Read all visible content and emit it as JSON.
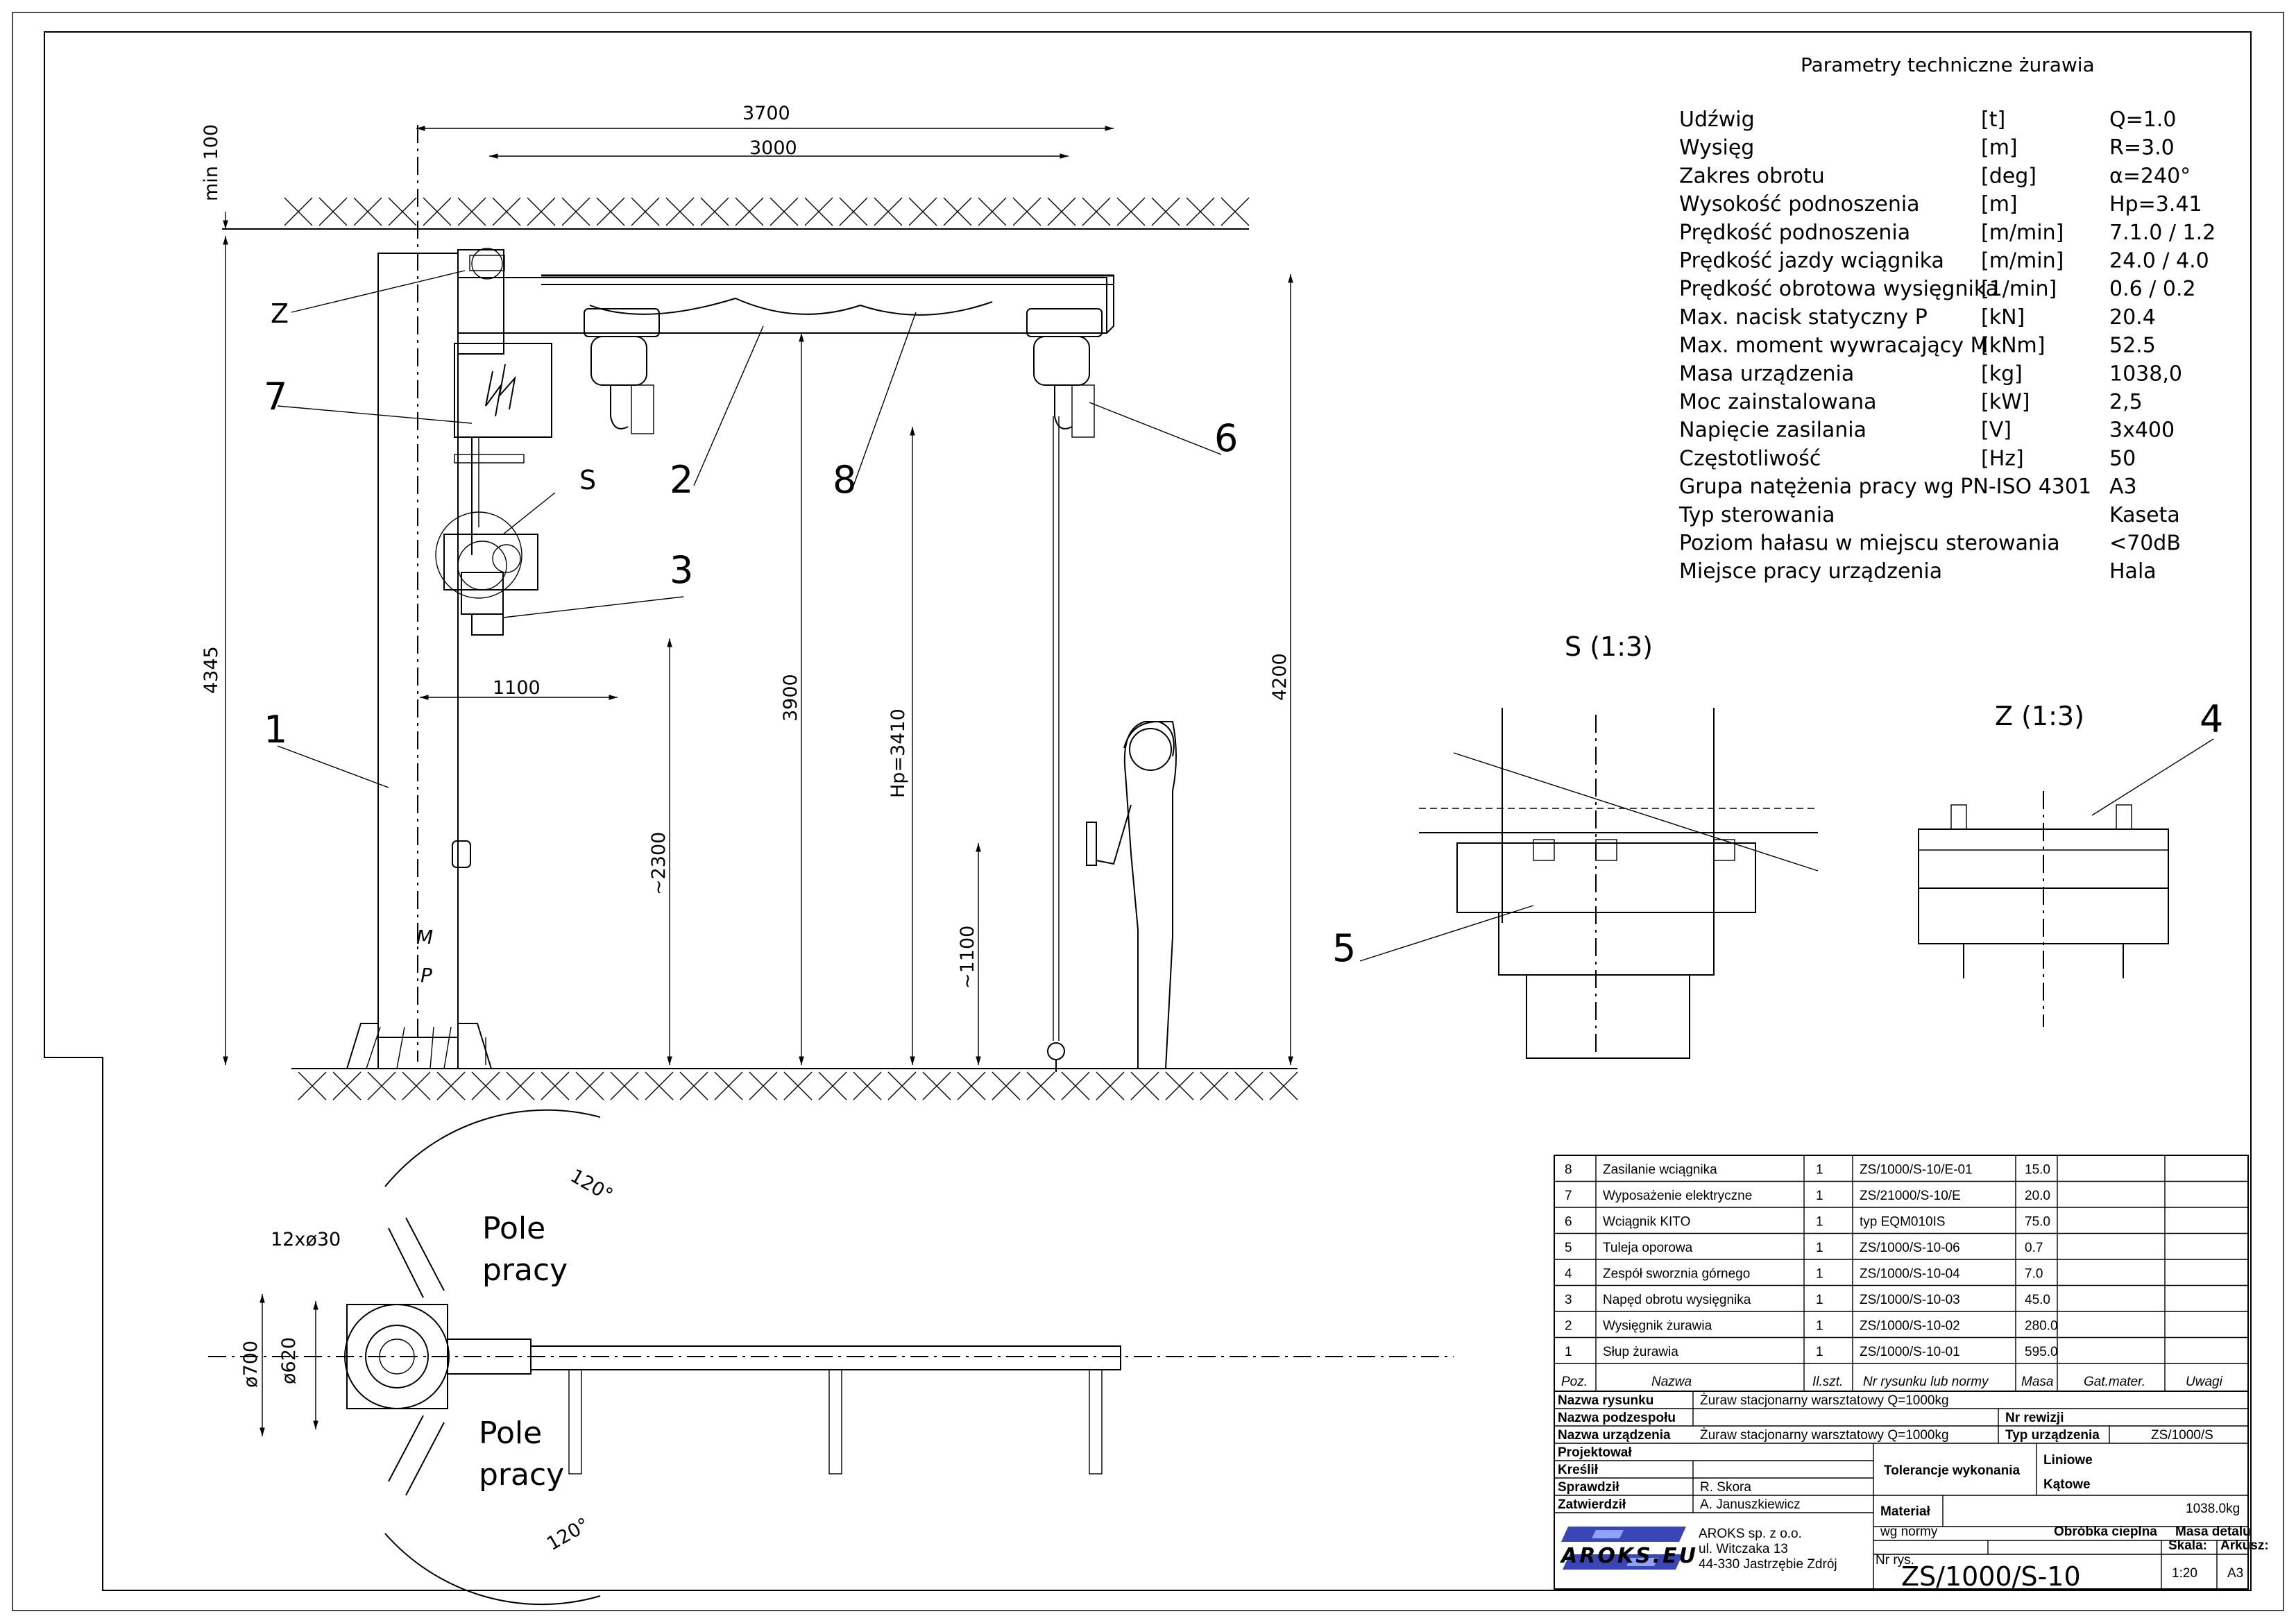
{
  "params": {
    "title": "Parametry techniczne żurawia",
    "rows": [
      {
        "name": "Udźwig",
        "unit": "[t]",
        "value": "Q=1.0"
      },
      {
        "name": "Wysięg",
        "unit": "[m]",
        "value": "R=3.0"
      },
      {
        "name": "Zakres obrotu",
        "unit": "[deg]",
        "value": "α=240°"
      },
      {
        "name": "Wysokość podnoszenia",
        "unit": "[m]",
        "value": "Hp=3.41"
      },
      {
        "name": "Prędkość podnoszenia",
        "unit": "[m/min]",
        "value": "7.1.0 / 1.2"
      },
      {
        "name": "Prędkość jazdy wciągnika",
        "unit": "[m/min]",
        "value": "24.0 / 4.0"
      },
      {
        "name": "Prędkość obrotowa wysięgnika",
        "unit": "[1/min]",
        "value": "0.6 / 0.2"
      },
      {
        "name": "Max. nacisk statyczny P",
        "unit": "[kN]",
        "value": "20.4"
      },
      {
        "name": "Max. moment wywracający M",
        "unit": "[kNm]",
        "value": "52.5"
      },
      {
        "name": "Masa urządzenia",
        "unit": "[kg]",
        "value": "1038,0"
      },
      {
        "name": "Moc zainstalowana",
        "unit": "[kW]",
        "value": "2,5"
      },
      {
        "name": "Napięcie zasilania",
        "unit": "[V]",
        "value": "3x400"
      },
      {
        "name": "Częstotliwość",
        "unit": "[Hz]",
        "value": "50"
      },
      {
        "name": "Grupa natężenia pracy wg PN-ISO 4301",
        "unit": "",
        "value": "A3"
      },
      {
        "name": "Typ sterowania",
        "unit": "",
        "value": "Kaseta"
      },
      {
        "name": "Poziom hałasu w miejscu sterowania",
        "unit": "",
        "value": "<70dB"
      },
      {
        "name": "Miejsce pracy urządzenia",
        "unit": "",
        "value": "Hala"
      }
    ]
  },
  "dims": {
    "min100": "min 100",
    "d3700": "3700",
    "d3000": "3000",
    "d4345": "4345",
    "d1100": "1100",
    "d2300": "~2300",
    "d3900": "3900",
    "hp": "Hp=3410",
    "d4200": "4200",
    "d1100b": "~1100",
    "holes": "12xø30",
    "d700": "ø700",
    "d620": "ø620",
    "angle1": "120°",
    "angle2": "120°"
  },
  "labels": {
    "z": "Z",
    "s": "S",
    "n1": "1",
    "n2": "2",
    "n3": "3",
    "n4": "4",
    "n5": "5",
    "n6": "6",
    "n7": "7",
    "n8": "8",
    "m": "M",
    "p": "P",
    "detailS": "S (1:3)",
    "detailZ": "Z (1:3)",
    "pole1a": "Pole",
    "pole1b": "pracy",
    "pole2a": "Pole",
    "pole2b": "pracy"
  },
  "bom": {
    "rows": [
      {
        "pos": "8",
        "name": "Zasilanie wciągnika",
        "qty": "1",
        "drawing": "ZS/1000/S-10/E-01",
        "mass": "15.0"
      },
      {
        "pos": "7",
        "name": "Wyposażenie elektryczne",
        "qty": "1",
        "drawing": "ZS/21000/S-10/E",
        "mass": "20.0"
      },
      {
        "pos": "6",
        "name": "Wciągnik KITO",
        "qty": "1",
        "drawing": "typ EQM010IS",
        "mass": "75.0"
      },
      {
        "pos": "5",
        "name": "Tuleja oporowa",
        "qty": "1",
        "drawing": "ZS/1000/S-10-06",
        "mass": "0.7"
      },
      {
        "pos": "4",
        "name": "Zespół sworznia górnego",
        "qty": "1",
        "drawing": "ZS/1000/S-10-04",
        "mass": "7.0"
      },
      {
        "pos": "3",
        "name": "Napęd obrotu wysięgnika",
        "qty": "1",
        "drawing": "ZS/1000/S-10-03",
        "mass": "45.0"
      },
      {
        "pos": "2",
        "name": "Wysięgnik żurawia",
        "qty": "1",
        "drawing": "ZS/1000/S-10-02",
        "mass": "280.0"
      },
      {
        "pos": "1",
        "name": "Słup żurawia",
        "qty": "1",
        "drawing": "ZS/1000/S-10-01",
        "mass": "595.0"
      }
    ],
    "header": {
      "pos": "Poz.",
      "name": "Nazwa",
      "qty": "Il.szt.",
      "drawing": "Nr rysunku lub normy",
      "mass": "Masa",
      "mat": "Gat.mater.",
      "notes": "Uwagi"
    }
  },
  "titleblock": {
    "nazwa_rysunku_l": "Nazwa rysunku",
    "nazwa_rysunku_v": "Żuraw stacjonarny warsztatowy Q=1000kg",
    "nazwa_podzespolu_l": "Nazwa podzespołu",
    "nr_rewizji_l": "Nr rewizji",
    "nazwa_urzadzenia_l": "Nazwa urządzenia",
    "nazwa_urzadzenia_v": "Żuraw stacjonarny warsztatowy Q=1000kg",
    "typ_urzadzenia_l": "Typ urządzenia",
    "typ_urzadzenia_v": "ZS/1000/S",
    "projektowal": "Projektował",
    "kreslil": "Kreślił",
    "sprawdzil": "Sprawdził",
    "sprawdzil_v": "R. Skora",
    "zatwierdzil": "Zatwierdził",
    "zatwierdzil_v": "A. Januszkiewicz",
    "tolerancje": "Tolerancje wykonania",
    "liniowe": "Liniowe",
    "katowe": "Kątowe",
    "material": "Materiał",
    "masa_v": "1038.0kg",
    "wg_normy": "wg normy",
    "obrobka": "Obróbka cieplna",
    "masa_detalu": "Masa detalu",
    "skala_l": "Skala:",
    "arkusz_l": "Arkusz:",
    "nr_rys_l": "Nr rys.",
    "company1": "AROKS sp. z o.o.",
    "company2": "ul. Witczaka 13",
    "company3": "44-330 Jastrzębie Zdrój",
    "logo": "AROKS.EU",
    "drawing_no": "ZS/1000/S-10",
    "scale": "1:20",
    "sheet": "A3"
  }
}
